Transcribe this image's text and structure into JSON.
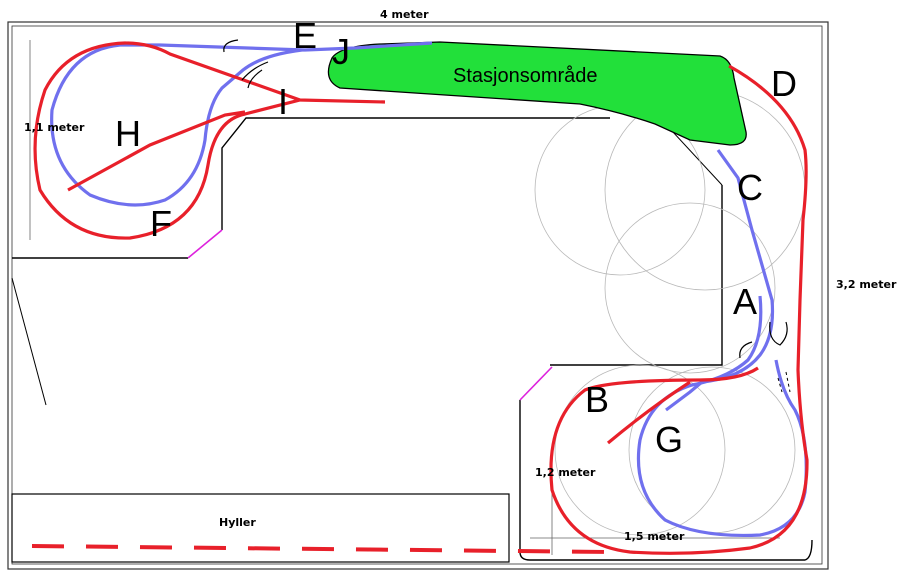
{
  "colors": {
    "red_track": "#e8202a",
    "blue_track": "#7070ee",
    "station_fill": "#22e03a",
    "wall": "#000000",
    "guide": "#b8b8b8",
    "magenta": "#dd22dd"
  },
  "labels": {
    "A": "A",
    "B": "B",
    "C": "C",
    "D": "D",
    "E": "E",
    "F": "F",
    "G": "G",
    "H": "H",
    "I": "I",
    "J": "J"
  },
  "station_label": "Stasjonsområde",
  "dimensions": {
    "top_width": "4 meter",
    "right_height": "3,2 meter",
    "left_height": "1,1 meter",
    "bottom_right_height": "1,2 meter",
    "bottom_right_width": "1,5 meter"
  },
  "shelf_label": "Hyller"
}
